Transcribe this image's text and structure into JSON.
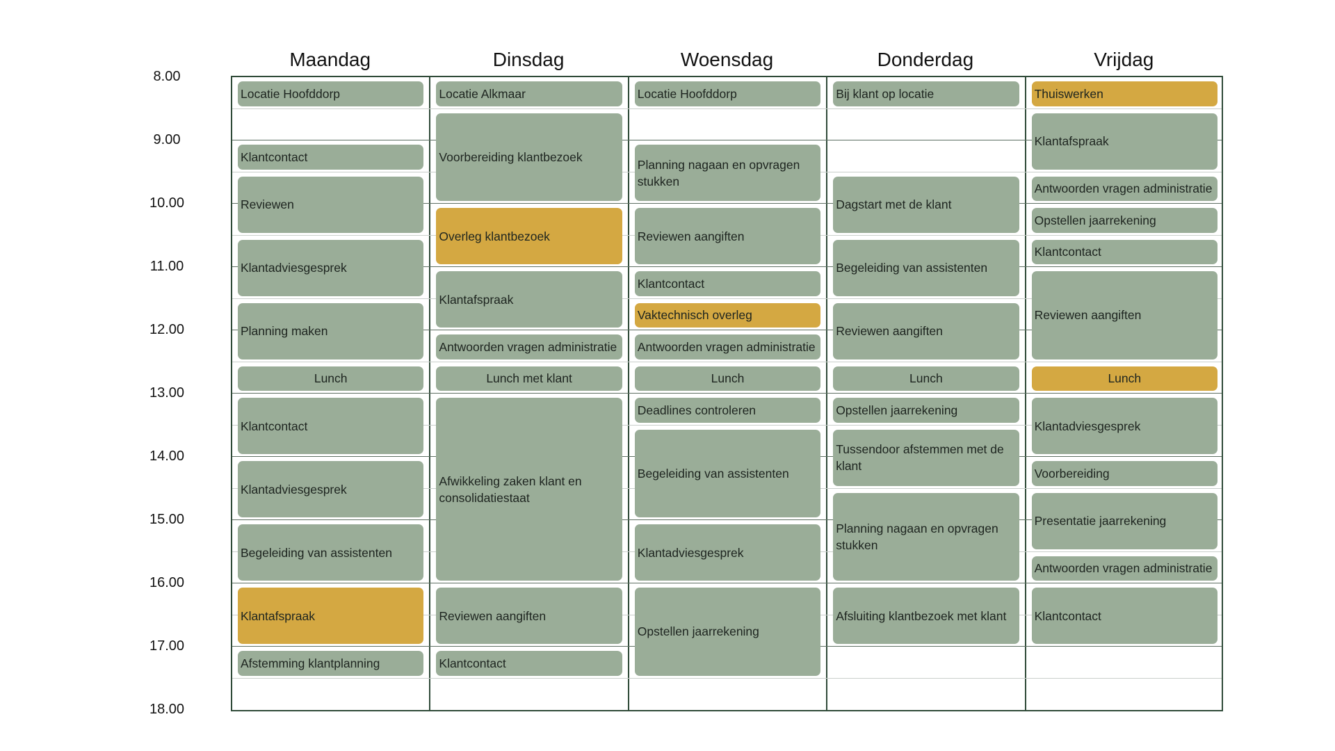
{
  "days": [
    {
      "key": "ma",
      "label": "Maandag"
    },
    {
      "key": "di",
      "label": "Dinsdag"
    },
    {
      "key": "wo",
      "label": "Woensdag"
    },
    {
      "key": "do",
      "label": "Donderdag"
    },
    {
      "key": "vr",
      "label": "Vrijdag"
    }
  ],
  "times": [
    "8.00",
    "9.00",
    "10.00",
    "11.00",
    "12.00",
    "13.00",
    "14.00",
    "15.00",
    "16.00",
    "17.00",
    "18.00"
  ],
  "colors": {
    "regular": "#9aad98",
    "highlight": "#d4a842",
    "grid": "#2f4a38"
  },
  "events": [
    {
      "day": 0,
      "start": "8.00",
      "end": "8.50",
      "label": "Locatie Hoofddorp",
      "color": "green"
    },
    {
      "day": 0,
      "start": "9.00",
      "end": "9.50",
      "label": "Klantcontact",
      "color": "green"
    },
    {
      "day": 0,
      "start": "9.50",
      "end": "10.50",
      "label": "Reviewen",
      "color": "green"
    },
    {
      "day": 0,
      "start": "10.50",
      "end": "11.50",
      "label": "Klantadviesgesprek",
      "color": "green"
    },
    {
      "day": 0,
      "start": "11.50",
      "end": "12.50",
      "label": "Planning maken",
      "color": "green"
    },
    {
      "day": 0,
      "start": "12.50",
      "end": "13.00",
      "label": "Lunch",
      "color": "green",
      "center": true
    },
    {
      "day": 0,
      "start": "13.00",
      "end": "14.00",
      "label": "Klantcontact",
      "color": "green"
    },
    {
      "day": 0,
      "start": "14.00",
      "end": "15.00",
      "label": "Klantadviesgesprek",
      "color": "green"
    },
    {
      "day": 0,
      "start": "15.00",
      "end": "16.00",
      "label": "Begeleiding van assistenten",
      "color": "green"
    },
    {
      "day": 0,
      "start": "16.00",
      "end": "17.00",
      "label": "Klantafspraak",
      "color": "gold"
    },
    {
      "day": 0,
      "start": "17.00",
      "end": "17.50",
      "label": "Afstemming klantplanning",
      "color": "green"
    },
    {
      "day": 1,
      "start": "8.00",
      "end": "8.50",
      "label": "Locatie Alkmaar",
      "color": "green"
    },
    {
      "day": 1,
      "start": "8.50",
      "end": "10.00",
      "label": "Voorbereiding klantbezoek",
      "color": "green"
    },
    {
      "day": 1,
      "start": "10.00",
      "end": "11.00",
      "label": "Overleg klantbezoek",
      "color": "gold"
    },
    {
      "day": 1,
      "start": "11.00",
      "end": "12.00",
      "label": "Klantafspraak",
      "color": "green"
    },
    {
      "day": 1,
      "start": "12.00",
      "end": "12.50",
      "label": "Antwoorden vragen administratie",
      "color": "green"
    },
    {
      "day": 1,
      "start": "12.50",
      "end": "13.00",
      "label": "Lunch met klant",
      "color": "green",
      "center": true
    },
    {
      "day": 1,
      "start": "13.00",
      "end": "16.00",
      "label": "Afwikkeling zaken klant en consolidatiestaat",
      "color": "green"
    },
    {
      "day": 1,
      "start": "16.00",
      "end": "17.00",
      "label": "Reviewen aangiften",
      "color": "green"
    },
    {
      "day": 1,
      "start": "17.00",
      "end": "17.50",
      "label": "Klantcontact",
      "color": "green"
    },
    {
      "day": 2,
      "start": "8.00",
      "end": "8.50",
      "label": "Locatie Hoofddorp",
      "color": "green"
    },
    {
      "day": 2,
      "start": "9.00",
      "end": "10.00",
      "label": "Planning nagaan en opvragen stukken",
      "color": "green"
    },
    {
      "day": 2,
      "start": "10.00",
      "end": "11.00",
      "label": "Reviewen aangiften",
      "color": "green"
    },
    {
      "day": 2,
      "start": "11.00",
      "end": "11.50",
      "label": "Klantcontact",
      "color": "green"
    },
    {
      "day": 2,
      "start": "11.50",
      "end": "12.00",
      "label": "Vaktechnisch overleg",
      "color": "gold"
    },
    {
      "day": 2,
      "start": "12.00",
      "end": "12.50",
      "label": "Antwoorden vragen administratie",
      "color": "green"
    },
    {
      "day": 2,
      "start": "12.50",
      "end": "13.00",
      "label": "Lunch",
      "color": "green",
      "center": true
    },
    {
      "day": 2,
      "start": "13.00",
      "end": "13.50",
      "label": "Deadlines controleren",
      "color": "green"
    },
    {
      "day": 2,
      "start": "13.50",
      "end": "15.00",
      "label": "Begeleiding van assistenten",
      "color": "green"
    },
    {
      "day": 2,
      "start": "15.00",
      "end": "16.00",
      "label": "Klantadviesgesprek",
      "color": "green"
    },
    {
      "day": 2,
      "start": "16.00",
      "end": "17.50",
      "label": "Opstellen jaarrekening",
      "color": "green"
    },
    {
      "day": 3,
      "start": "8.00",
      "end": "8.50",
      "label": "Bij klant op locatie",
      "color": "green"
    },
    {
      "day": 3,
      "start": "9.50",
      "end": "10.50",
      "label": "Dagstart met de klant",
      "color": "green"
    },
    {
      "day": 3,
      "start": "10.50",
      "end": "11.50",
      "label": "Begeleiding van assistenten",
      "color": "green"
    },
    {
      "day": 3,
      "start": "11.50",
      "end": "12.50",
      "label": "Reviewen aangiften",
      "color": "green"
    },
    {
      "day": 3,
      "start": "12.50",
      "end": "13.00",
      "label": "Lunch",
      "color": "green",
      "center": true
    },
    {
      "day": 3,
      "start": "13.00",
      "end": "13.50",
      "label": "Opstellen jaarrekening",
      "color": "green"
    },
    {
      "day": 3,
      "start": "13.50",
      "end": "14.50",
      "label": "Tussendoor afstemmen met de klant",
      "color": "green"
    },
    {
      "day": 3,
      "start": "14.50",
      "end": "16.00",
      "label": "Planning nagaan en opvragen stukken",
      "color": "green"
    },
    {
      "day": 3,
      "start": "16.00",
      "end": "17.00",
      "label": "Afsluiting klantbezoek met klant",
      "color": "green"
    },
    {
      "day": 4,
      "start": "8.00",
      "end": "8.50",
      "label": "Thuiswerken",
      "color": "gold"
    },
    {
      "day": 4,
      "start": "8.50",
      "end": "9.50",
      "label": "Klantafspraak",
      "color": "green"
    },
    {
      "day": 4,
      "start": "9.50",
      "end": "10.00",
      "label": "Antwoorden vragen administratie",
      "color": "green"
    },
    {
      "day": 4,
      "start": "10.00",
      "end": "10.50",
      "label": "Opstellen jaarrekening",
      "color": "green"
    },
    {
      "day": 4,
      "start": "10.50",
      "end": "11.00",
      "label": "Klantcontact",
      "color": "green"
    },
    {
      "day": 4,
      "start": "11.00",
      "end": "12.50",
      "label": "Reviewen aangiften",
      "color": "green"
    },
    {
      "day": 4,
      "start": "12.50",
      "end": "13.00",
      "label": "Lunch",
      "color": "gold",
      "center": true
    },
    {
      "day": 4,
      "start": "13.00",
      "end": "14.00",
      "label": "Klantadviesgesprek",
      "color": "green"
    },
    {
      "day": 4,
      "start": "14.00",
      "end": "14.50",
      "label": "Voorbereiding",
      "color": "green"
    },
    {
      "day": 4,
      "start": "14.50",
      "end": "15.50",
      "label": "Presentatie jaarrekening",
      "color": "green"
    },
    {
      "day": 4,
      "start": "15.50",
      "end": "16.00",
      "label": "Antwoorden vragen administratie",
      "color": "green"
    },
    {
      "day": 4,
      "start": "16.00",
      "end": "17.00",
      "label": "Klantcontact",
      "color": "green"
    }
  ]
}
